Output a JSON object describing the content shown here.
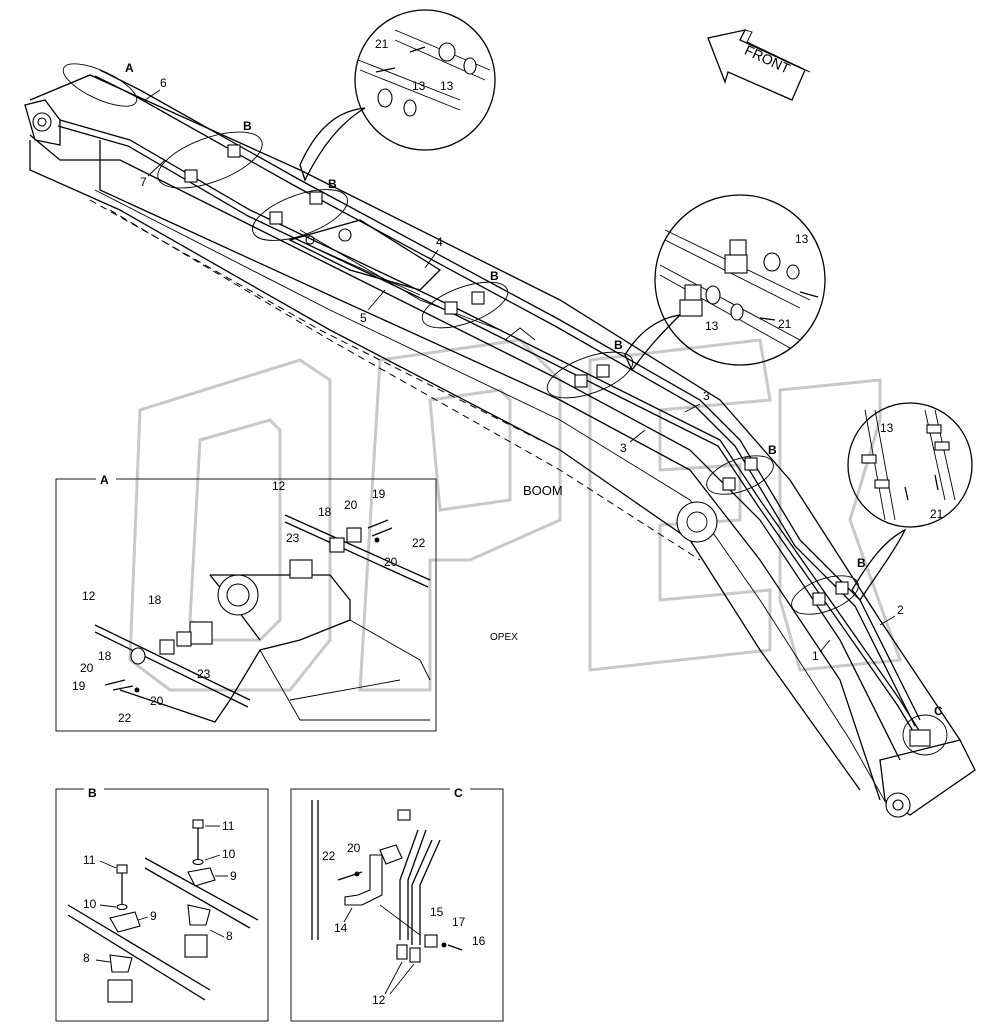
{
  "labels": {
    "front": "FRONT",
    "boom": "BOOM",
    "section_a": "A",
    "section_b": "B",
    "section_c": "C"
  },
  "watermark": "OPEX",
  "main_callouts": {
    "A": "A",
    "B": "B",
    "C": "C",
    "p1": "1",
    "p2": "2",
    "p3": "3",
    "p4": "4",
    "p5": "5",
    "p6": "6",
    "p7": "7"
  },
  "detail_callouts": {
    "p8": "8",
    "p9": "9",
    "p10": "10",
    "p11": "11",
    "p12": "12",
    "p13": "13",
    "p14": "14",
    "p15": "15",
    "p16": "16",
    "p17": "17",
    "p18": "18",
    "p19": "19",
    "p20": "20",
    "p21": "21",
    "p22": "22",
    "p23": "23"
  },
  "colors": {
    "line": "#000000",
    "watermark": "#c8c8c8",
    "background": "#ffffff"
  }
}
